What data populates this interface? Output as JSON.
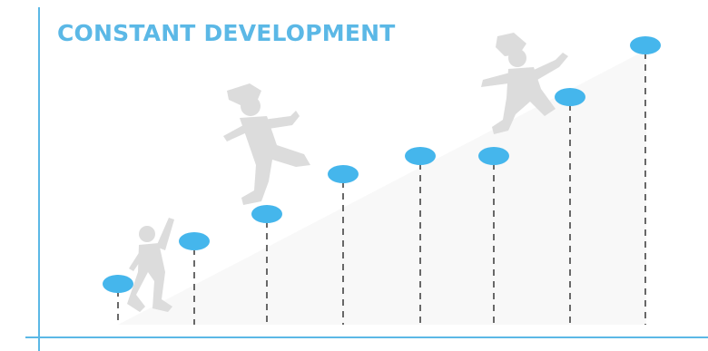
{
  "title": "CONSTANT DEVELOPMENT",
  "colors": {
    "accent": "#5bb8e6",
    "marker": "#45b6ec",
    "stem": "#444444",
    "silhouette": "#dcdcdc",
    "ramp": "#f8f8f8"
  },
  "illustration": {
    "figures": [
      "climbing-person-1",
      "climbing-person-2",
      "climbing-person-3"
    ],
    "step_levels": [
      1,
      2,
      3,
      4,
      5,
      5,
      6,
      7
    ]
  }
}
